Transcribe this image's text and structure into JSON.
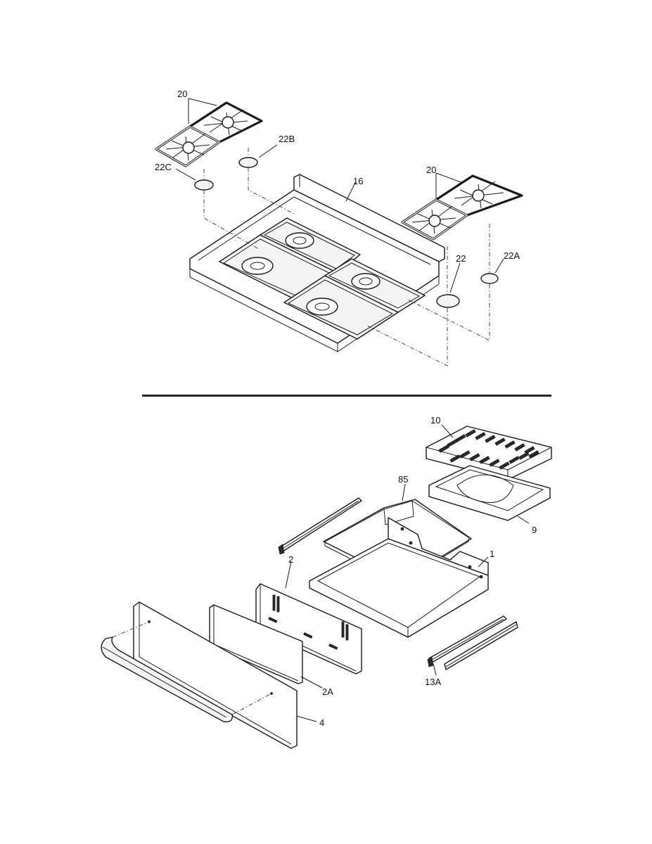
{
  "callouts": {
    "c20_top_left": "20",
    "c22b": "22B",
    "c22c": "22C",
    "c16": "16",
    "c20_top_right": "20",
    "c22": "22",
    "c22a": "22A",
    "c10": "10",
    "c85": "85",
    "c9": "9",
    "c1": "1",
    "c2": "2",
    "c2a": "2A",
    "c13a": "13A",
    "c4": "4"
  }
}
